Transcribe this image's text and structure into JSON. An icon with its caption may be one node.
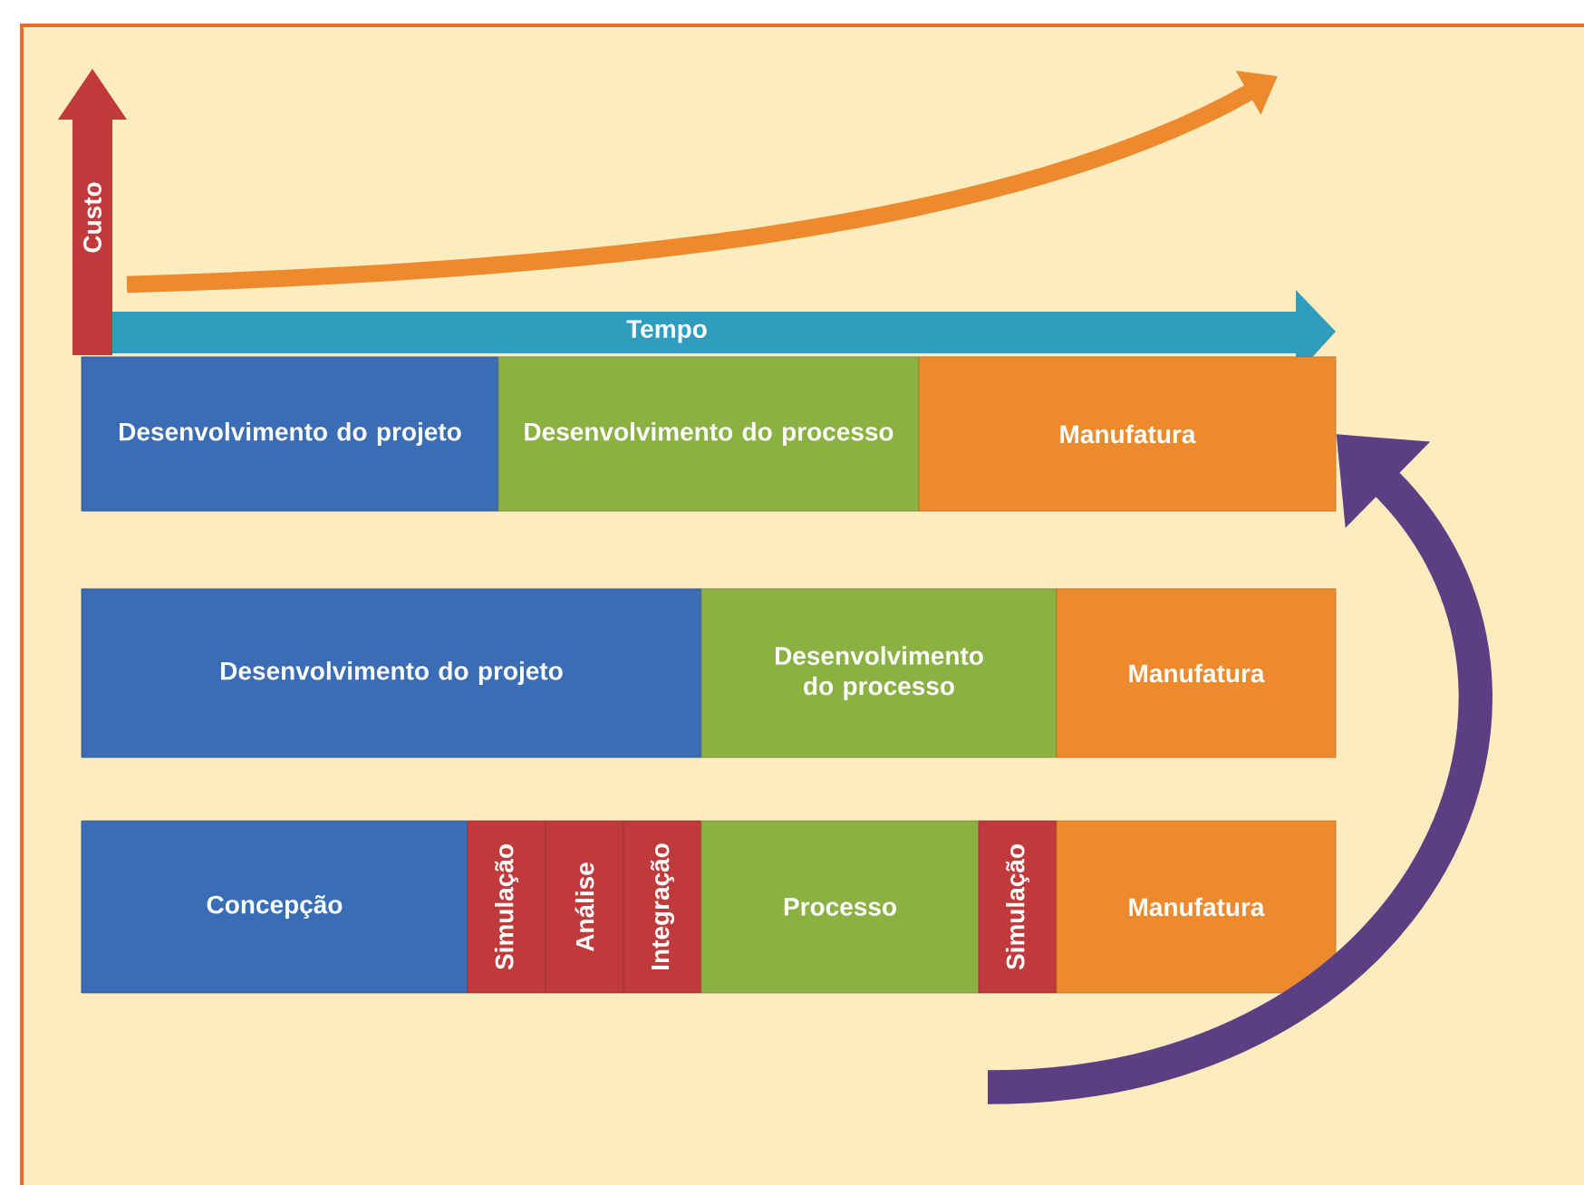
{
  "diagram": {
    "nodes": [
      {
        "text": [
          "Desenvolvimento do projeto"
        ]
      },
      {
        "text": [
          "Desenvolvimento do processo"
        ]
      },
      {
        "text": [
          "Manufatura"
        ]
      },
      {
        "text": [
          "Desenvolvimento do projeto"
        ]
      },
      {
        "text": [
          "Desenvolvimento do processo"
        ]
      },
      {
        "text": [
          "Manufatura"
        ]
      },
      {
        "text": [
          "Concepção"
        ]
      },
      {
        "text": [
          "Simulação"
        ]
      },
      {
        "text": [
          "Análise"
        ]
      },
      {
        "text": [
          "Integração"
        ]
      },
      {
        "text": [
          "Processo"
        ]
      },
      {
        "text": [
          "Simulação"
        ]
      },
      {
        "text": [
          "Manufatura"
        ]
      }
    ],
    "edges": [
      {
        "from": null,
        "to": 2,
        "arrow": "to"
      }
    ],
    "labels": [
      "Custo",
      "Tempo"
    ]
  }
}
